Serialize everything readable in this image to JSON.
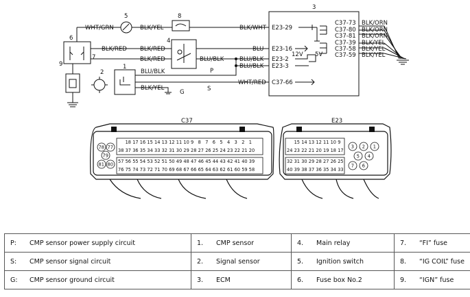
{
  "diagram": {
    "component_numbers": {
      "n1": "1",
      "n2": "2",
      "n3": "3",
      "n4": "4",
      "n5": "5",
      "n6": "6",
      "n7": "7",
      "n8": "8",
      "n9": "9"
    },
    "wires": {
      "wht_grn": "WHT/GRN",
      "blk_yel_top": "BLK/YEL",
      "blk_wht": "BLK/WHT",
      "blk_red_1": "BLK/RED",
      "blk_red_2": "BLK/RED",
      "blk_red_3": "BLK/RED",
      "blu": "BLU",
      "blu_blk_1": "BLU/BLK",
      "blu_blk_2": "BLU/BLK",
      "blu_blk_3": "BLU/BLK",
      "blu_blk_s": "BLU/BLK",
      "blk_yel_g": "BLK/YEL",
      "wht_red": "WHT/RED",
      "blk_orn_1": "BLK/ORN",
      "blk_orn_2": "BLK/ORN",
      "blk_orn_3": "BLK/ORN",
      "blk_yel_1": "BLK/YEL",
      "blk_yel_2": "BLK/YEL",
      "blk_yel_3": "BLK/YEL"
    },
    "terminals": {
      "e23_29": "E23-29",
      "e23_16": "E23-16",
      "e23_2": "E23-2",
      "e23_3": "E23-3",
      "c37_66": "C37-66",
      "c37_73": "C37-73",
      "c37_80": "C37-80",
      "c37_81": "C37-81",
      "c37_39": "C37-39",
      "c37_58": "C37-58",
      "c37_59": "C37-59"
    },
    "circuit_letters": {
      "p": "P",
      "s": "S",
      "g": "G"
    },
    "voltages": {
      "v12": "12V",
      "v5": "5V"
    },
    "connectors": {
      "c37": {
        "label": "C37",
        "row1": [
          "18",
          "17",
          "16",
          "15",
          "14",
          "13",
          "12",
          "11",
          "10",
          "9",
          "8",
          "7",
          "6",
          "5",
          "4",
          "3",
          "2",
          "1"
        ],
        "row2": [
          "38",
          "37",
          "36",
          "35",
          "34",
          "33",
          "32",
          "31",
          "30",
          "29",
          "28",
          "27",
          "26",
          "25",
          "24",
          "23",
          "22",
          "21",
          "20"
        ],
        "row3": [
          "57",
          "56",
          "55",
          "54",
          "53",
          "52",
          "51",
          "50",
          "49",
          "48",
          "47",
          "46",
          "45",
          "44",
          "43",
          "42",
          "41",
          "40",
          "39"
        ],
        "row4": [
          "76",
          "75",
          "74",
          "73",
          "72",
          "71",
          "70",
          "69",
          "68",
          "67",
          "66",
          "65",
          "64",
          "63",
          "62",
          "61",
          "60",
          "59",
          "58"
        ],
        "side": [
          "78",
          "77",
          "79",
          "81",
          "80"
        ]
      },
      "e23": {
        "label": "E23",
        "row1": [
          "15",
          "14",
          "13",
          "12",
          "11",
          "10",
          "9"
        ],
        "row2": [
          "24",
          "23",
          "22",
          "21",
          "20",
          "19",
          "18",
          "17"
        ],
        "row3": [
          "32",
          "31",
          "30",
          "29",
          "28",
          "27",
          "26",
          "25"
        ],
        "row4": [
          "40",
          "39",
          "38",
          "37",
          "36",
          "35",
          "34",
          "33"
        ],
        "side": [
          "3",
          "2",
          "1",
          "5",
          "4",
          "7",
          "6"
        ]
      }
    }
  },
  "legend": [
    [
      {
        "key": "P:",
        "text": "CMP sensor power supply circuit"
      },
      {
        "key": "1.",
        "text": "CMP sensor"
      },
      {
        "key": "4.",
        "text": "Main relay"
      },
      {
        "key": "7.",
        "text": "“FI” fuse"
      }
    ],
    [
      {
        "key": "S:",
        "text": "CMP sensor signal circuit"
      },
      {
        "key": "2.",
        "text": "Signal sensor"
      },
      {
        "key": "5.",
        "text": "Ignition switch"
      },
      {
        "key": "8.",
        "text": "“IG COIL” fuse"
      }
    ],
    [
      {
        "key": "G:",
        "text": "CMP sensor ground circuit"
      },
      {
        "key": "3.",
        "text": "ECM"
      },
      {
        "key": "6.",
        "text": "Fuse box No.2"
      },
      {
        "key": "9.",
        "text": "“IGN” fuse"
      }
    ]
  ]
}
